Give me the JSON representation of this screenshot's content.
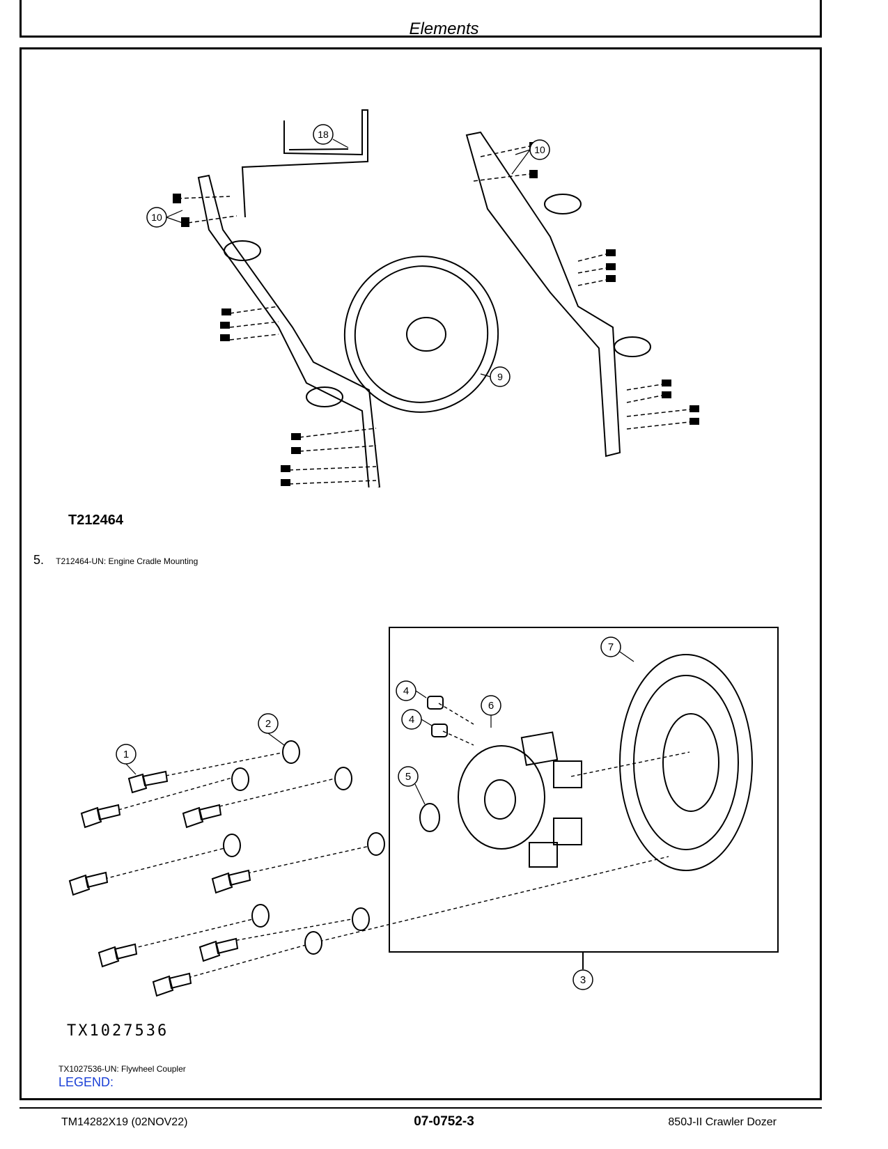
{
  "header": {
    "section_title": "Elements"
  },
  "figure1": {
    "id": "T212464",
    "caption_number": "5.",
    "caption": "T212464-UN: Engine Cradle Mounting",
    "callouts": [
      "18",
      "10",
      "10",
      "9"
    ]
  },
  "figure2": {
    "id": "TX1027536",
    "caption": "TX1027536-UN: Flywheel Coupler",
    "legend_label": "LEGEND:",
    "callouts": [
      "1",
      "2",
      "3",
      "4",
      "4",
      "5",
      "6",
      "7"
    ]
  },
  "footer": {
    "doc_id": "TM14282X19 (02NOV22)",
    "page_number": "07-0752-3",
    "product": "850J-II Crawler Dozer"
  }
}
